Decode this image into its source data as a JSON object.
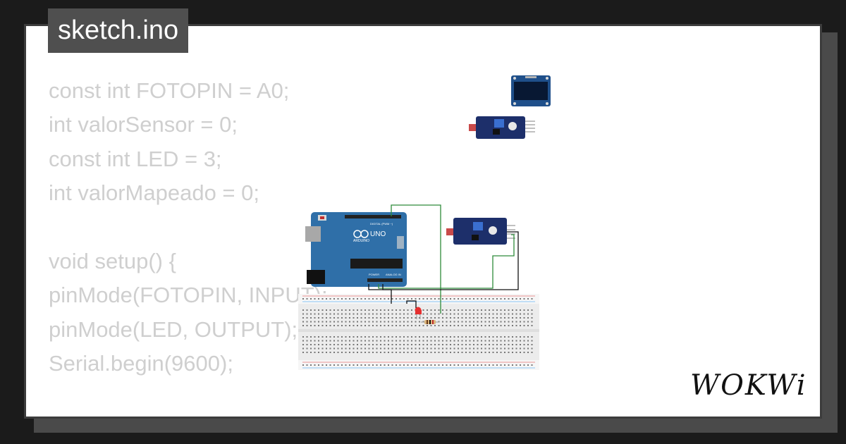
{
  "file_tab": {
    "name": "sketch.ino"
  },
  "code_lines": [
    "const int FOTOPIN = A0;",
    "int valorSensor = 0;",
    "const int LED = 3;",
    "int valorMapeado = 0;",
    "",
    "void setup() {",
    "pinMode(FOTOPIN, INPUT);",
    "pinMode(LED, OUTPUT);",
    "Serial.begin(9600);",
    "",
    "}"
  ],
  "board": {
    "brand": "ARDUINO",
    "model": "UNO",
    "digital_label": "DIGITAL (PWM ~)",
    "analog_label": "ANALOG IN",
    "power_label": "POWER"
  },
  "brand_logo": "WOKWi",
  "colors": {
    "board_blue": "#2f6fa8",
    "sensor_blue": "#1d2f6a",
    "wire_green": "#2e8b3a",
    "led_red": "#e53030",
    "code_gray": "#cfcfcf"
  }
}
